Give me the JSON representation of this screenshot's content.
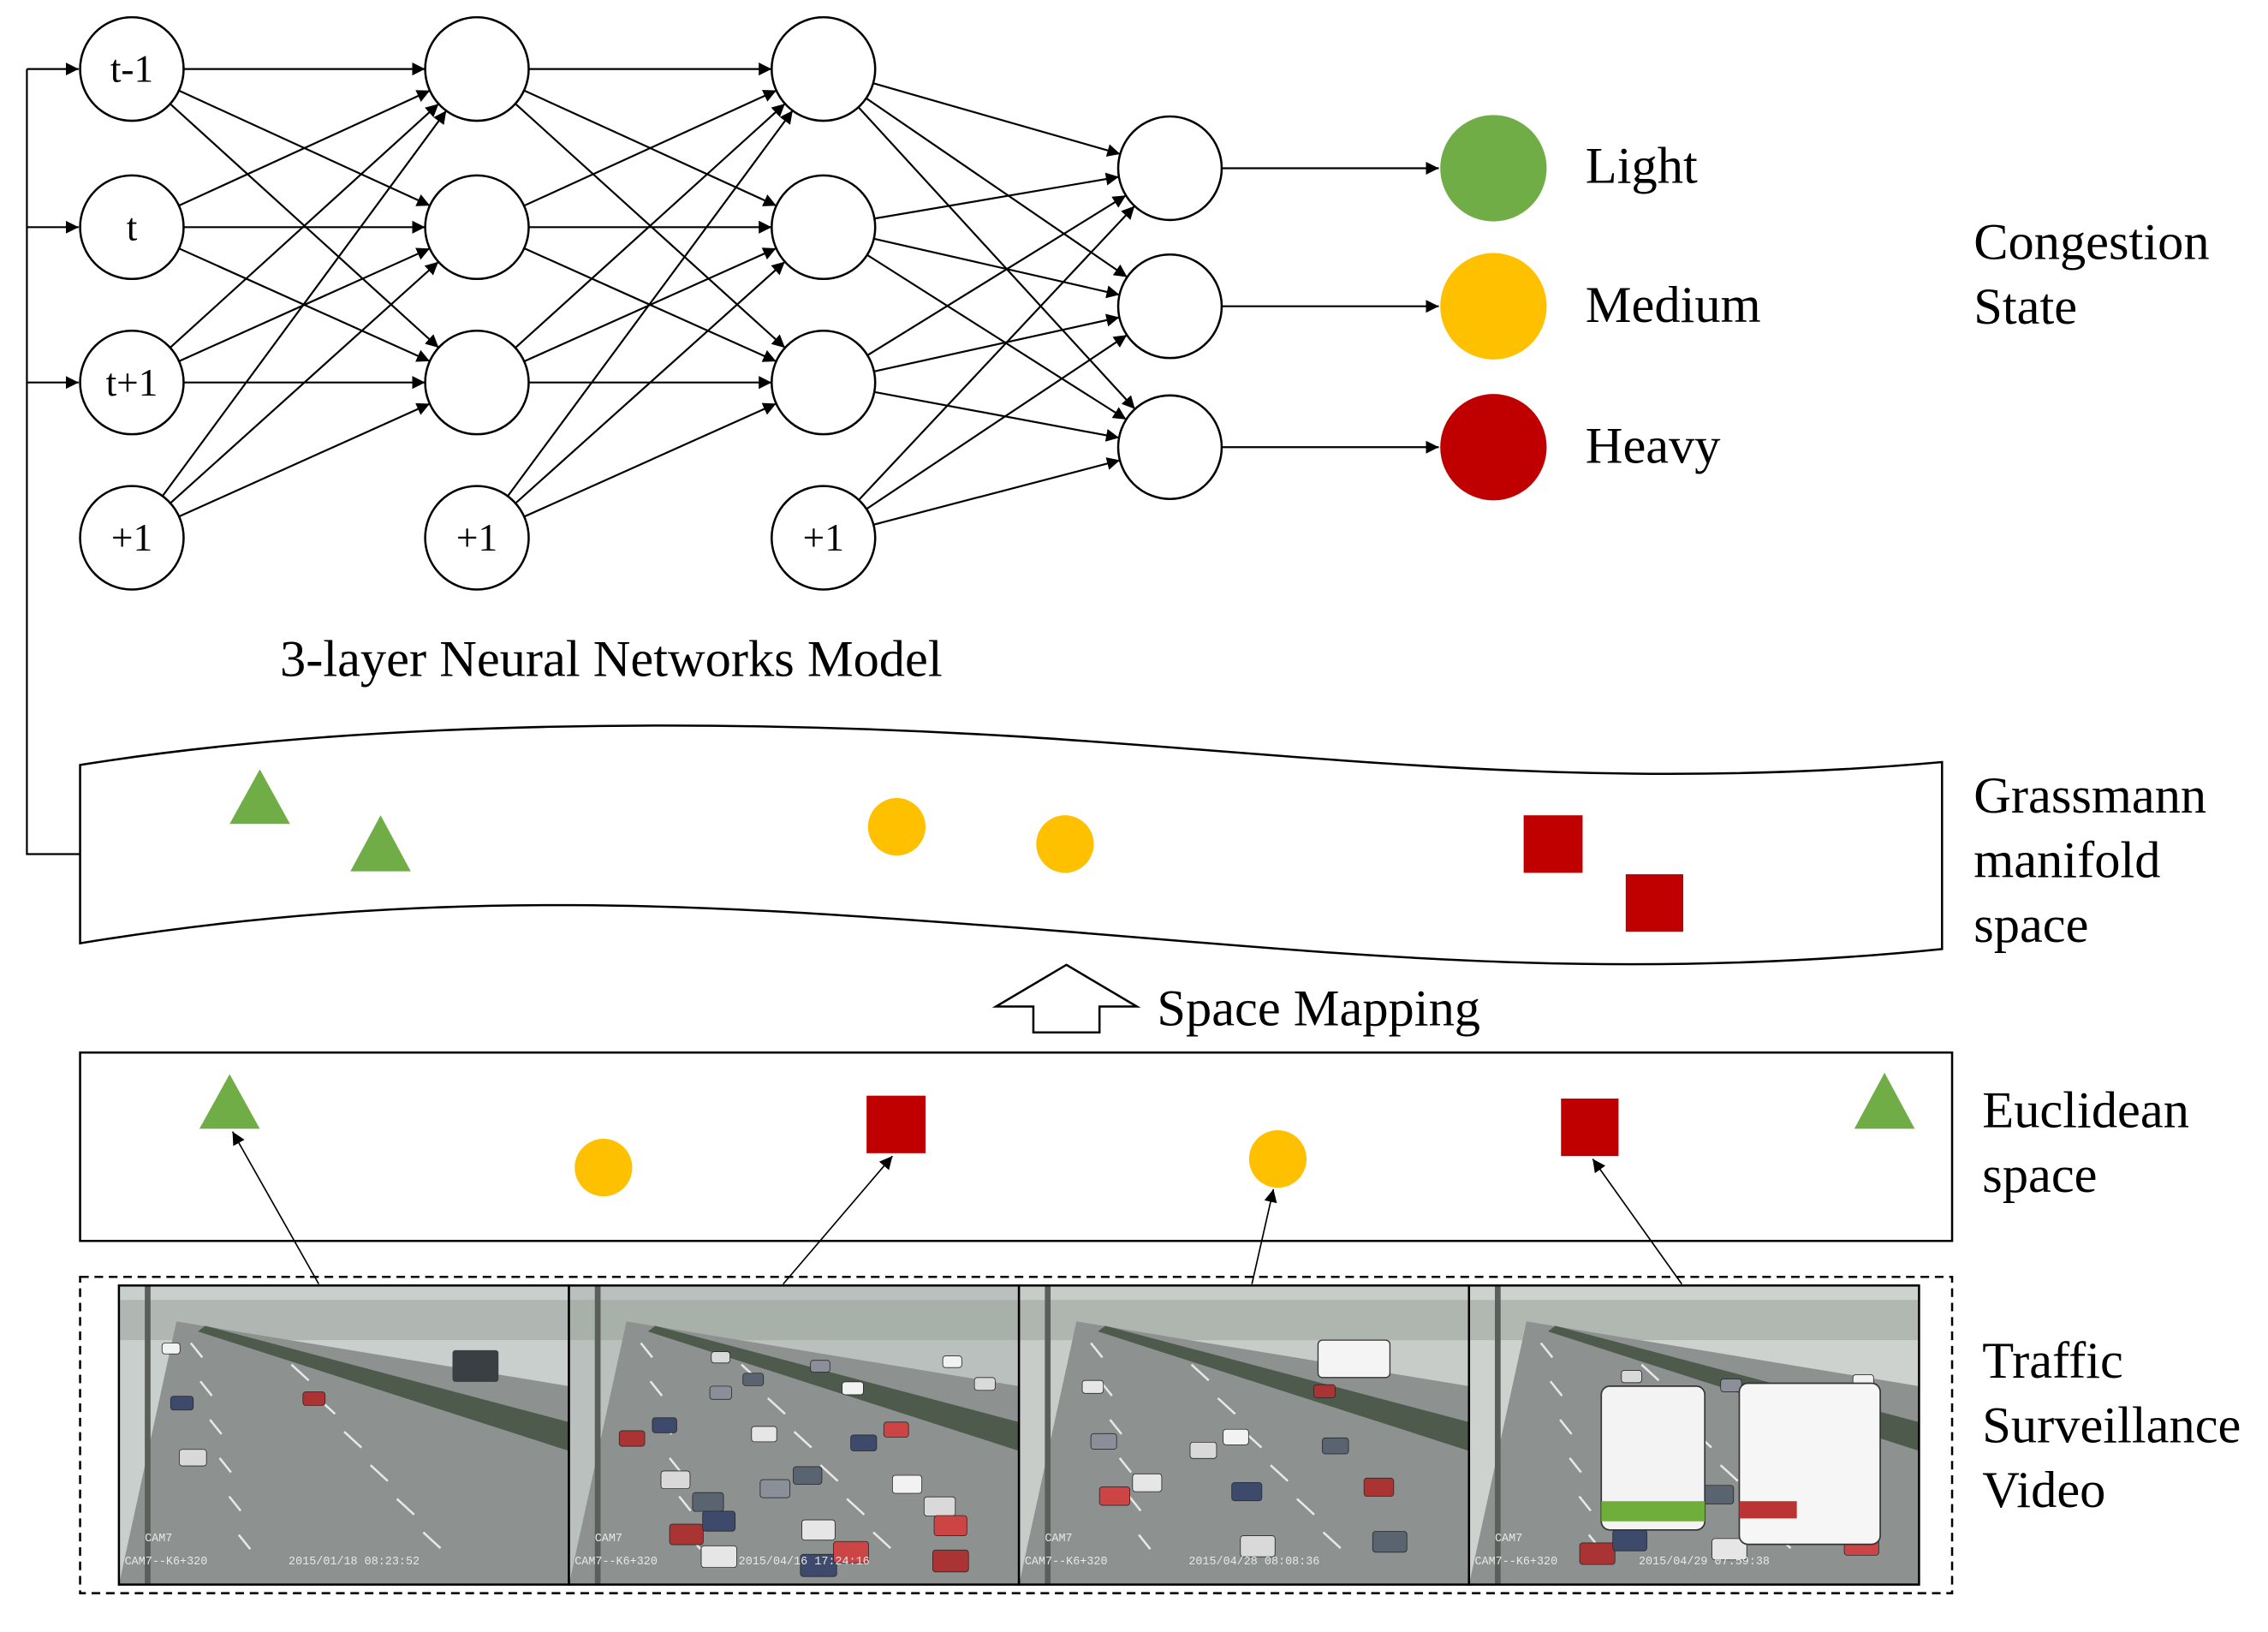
{
  "network": {
    "input_nodes": [
      "t-1",
      "t",
      "t+1",
      "+1"
    ],
    "hidden1_bias": "+1",
    "hidden2_bias": "+1",
    "caption": "3-layer Neural Networks Model"
  },
  "outputs": [
    {
      "label": "Light",
      "color": "#70ad47"
    },
    {
      "label": "Medium",
      "color": "#ffc000"
    },
    {
      "label": "Heavy",
      "color": "#c00000"
    }
  ],
  "right_labels": {
    "congestion": [
      "Congestion",
      "State"
    ],
    "grassmann": [
      "Grassmann",
      "manifold",
      "space"
    ],
    "euclidean": [
      "Euclidean",
      "space"
    ],
    "traffic": [
      "Traffic",
      "Surveillance",
      "Video"
    ]
  },
  "mapping_label": "Space Mapping",
  "video_frames": [
    {
      "camera": "CAM7",
      "location": "CAM7--K6+320",
      "timestamp": "2015/01/18 08:23:52"
    },
    {
      "camera": "CAM7",
      "location": "CAM7--K6+320",
      "timestamp": "2015/04/16 17:24:16"
    },
    {
      "camera": "CAM7",
      "location": "CAM7--K6+320",
      "timestamp": "2015/04/28 08:08:36"
    },
    {
      "camera": "CAM7",
      "location": "CAM7--K6+320",
      "timestamp": "2015/04/29 07:59:38"
    }
  ],
  "colors": {
    "light": "#70ad47",
    "medium": "#ffc000",
    "heavy": "#c00000",
    "line": "#000000"
  }
}
